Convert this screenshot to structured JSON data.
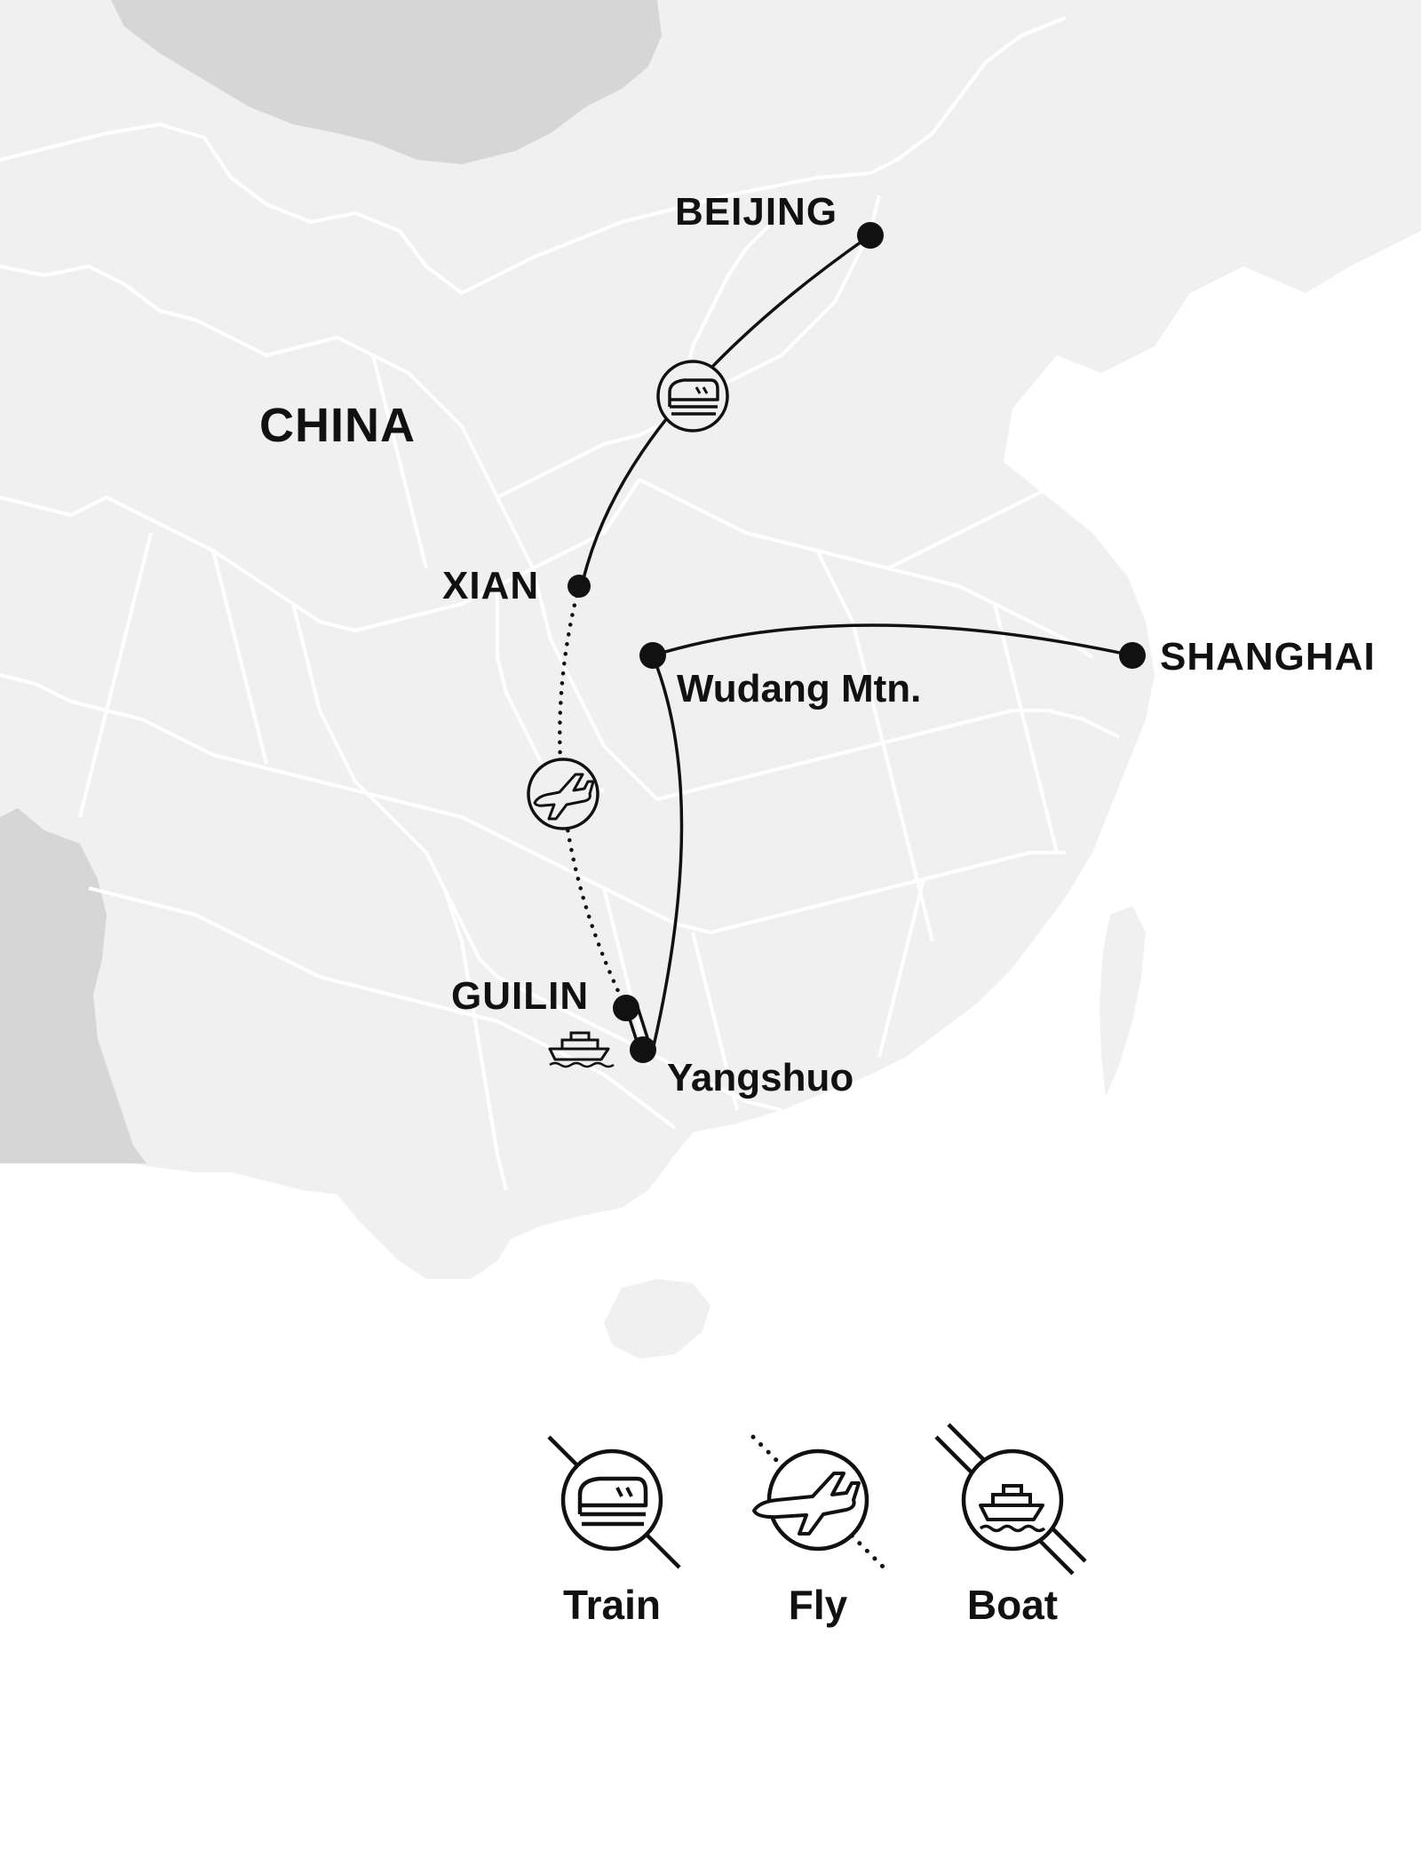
{
  "map": {
    "country_label": "CHINA",
    "colors": {
      "land": "#f0f0f0",
      "neighbor": "#d6d6d6",
      "border": "#ffffff",
      "route": "#111111"
    },
    "cities": [
      {
        "id": "beijing",
        "label": "BEIJING"
      },
      {
        "id": "xian",
        "label": "XIAN"
      },
      {
        "id": "wudang",
        "label": "Wudang Mtn."
      },
      {
        "id": "shanghai",
        "label": "SHANGHAI"
      },
      {
        "id": "guilin",
        "label": "GUILIN"
      },
      {
        "id": "yangshuo",
        "label": "Yangshuo"
      }
    ],
    "routes": [
      {
        "from": "beijing",
        "to": "xian",
        "mode": "train",
        "icon": "train-icon"
      },
      {
        "from": "xian",
        "to": "guilin",
        "mode": "fly",
        "icon": "plane-icon"
      },
      {
        "from": "guilin",
        "to": "yangshuo",
        "mode": "boat",
        "icon": "boat-icon"
      },
      {
        "from": "yangshuo",
        "to": "wudang",
        "mode": "train",
        "icon": ""
      },
      {
        "from": "wudang",
        "to": "shanghai",
        "mode": "train",
        "icon": ""
      }
    ]
  },
  "legend": {
    "items": [
      {
        "label": "Train",
        "icon": "train-icon",
        "line": "solid"
      },
      {
        "label": "Fly",
        "icon": "plane-icon",
        "line": "dotted"
      },
      {
        "label": "Boat",
        "icon": "boat-icon",
        "line": "double"
      }
    ]
  }
}
